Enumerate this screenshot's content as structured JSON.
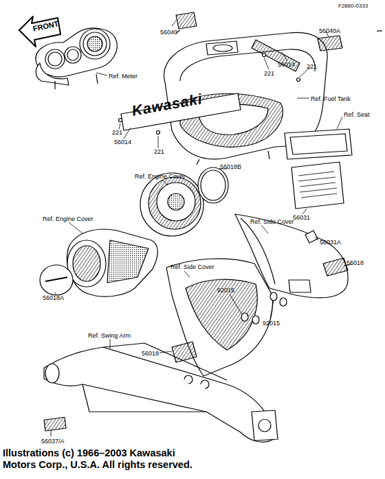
{
  "diagram": {
    "caption": "Illustrations (c) 1966–2003 Kawasaki Motors Corp., U.S.A. All rights reserved.",
    "labels": [
      "F2860-0333",
      "56040",
      "FRONT",
      "Ref. Meter",
      "56040A",
      "221",
      "56014",
      "221",
      "Ref. Fuel Tank",
      "Kawasaki",
      "221",
      "56014",
      "221",
      "Ref. Seat",
      "56031",
      "56018B",
      "Ref. Engine Cover",
      "Ref. Engine Cover",
      "Ref. Side Cover",
      "56031A",
      "56018",
      "56018A",
      "92015",
      "92015",
      "Ref. Side Cover",
      "Ref. Swing Arm",
      "56018",
      "56037/A"
    ]
  }
}
